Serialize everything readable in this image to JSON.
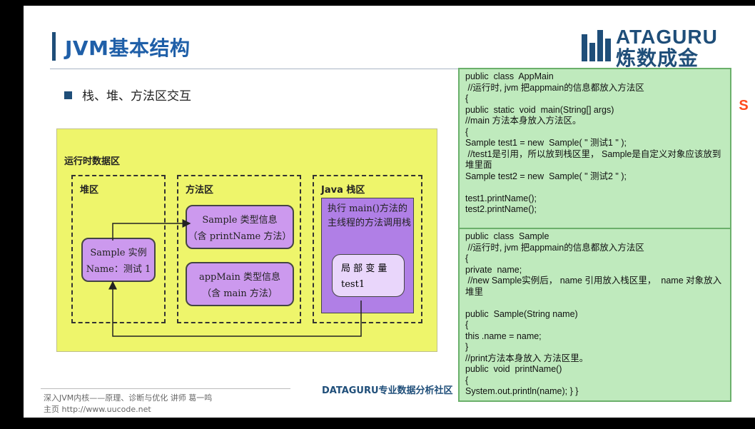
{
  "slide": {
    "title": "JVM基本结构",
    "bullet": "栈、堆、方法区交互",
    "logo": {
      "line1": "ATAGURU",
      "line2": "炼数成金"
    },
    "footer": {
      "line1": "深入JVM内核——原理、诊断与优化    讲师 葛一鸣",
      "line2": "主页 http://www.uucode.net",
      "brand": "DATAGURU专业数据分析社区"
    }
  },
  "diagram": {
    "runtime_label": "运行时数据区",
    "heap": {
      "label": "堆区",
      "instance_line1": "Sample 实例",
      "instance_line2": "Name：测试 1"
    },
    "method_area": {
      "label": "方法区",
      "sample_line1": "Sample 类型信息",
      "sample_line2": "（含 printName 方法）",
      "appmain_line1": "appMain 类型信息",
      "appmain_line2": "（含 main 方法）"
    },
    "java_stack": {
      "label": "Java 栈区",
      "frame_text": "执行 main()方法的主线程的方法调用栈",
      "locals_label": "局 部 变 量",
      "locals_value": "test1"
    }
  },
  "code_top": [
    "public  class  AppMain",
    " //运行时, jvm 把appmain的信息都放入方法区",
    "{",
    "public  static  void  main(String[] args)",
    "//main 方法本身放入方法区。",
    "{",
    "Sample test1 = new  Sample( \" 测试1 \" );",
    " //test1是引用，所以放到栈区里， Sample是自定义对象应该放到堆里面",
    "Sample test2 = new  Sample( \" 测试2 \" );",
    "",
    "test1.printName();",
    "test2.printName();"
  ],
  "code_bottom": [
    "public  class  Sample",
    " //运行时, jvm 把appmain的信息都放入方法区",
    "{",
    "private  name;",
    " //new Sample实例后， name 引用放入栈区里，  name 对象放入堆里",
    "",
    "public  Sample(String name)",
    "{",
    "this .name = name;",
    "}",
    "//print方法本身放入 方法区里。",
    "public  void  printName()",
    "{",
    "System.out.println(name); } }"
  ],
  "colors": {
    "title": "#1f5fa8",
    "diagram_bg": "#eef56b",
    "pill": "#cc99ee",
    "code_bg": "#bfeabd",
    "code_border": "#6bb06b"
  },
  "icons": {
    "sogou": "sogou-input-icon"
  }
}
